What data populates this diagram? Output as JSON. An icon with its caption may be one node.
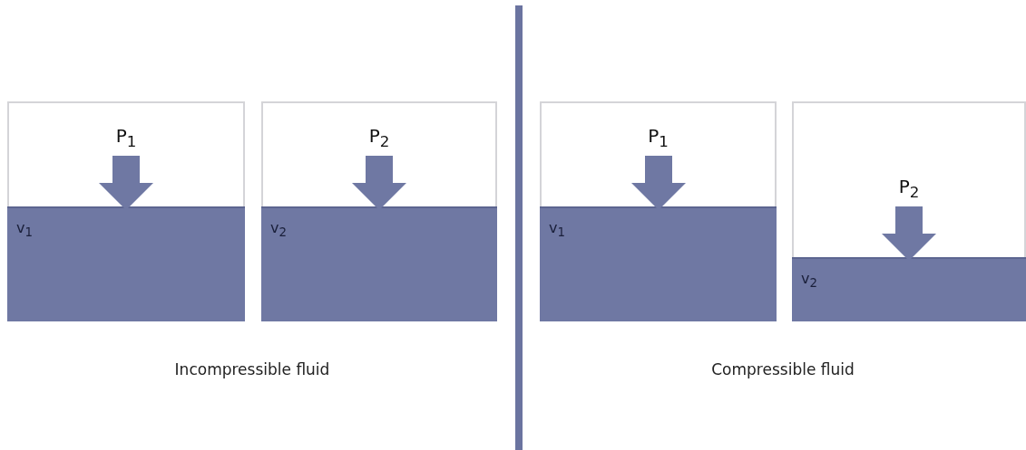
{
  "diagram": {
    "nodes": [
      {
        "text": [
          "P$_{1}$"
        ]
      },
      {
        "text": [
          "v$_{1}$"
        ],
        "in": 0
      },
      {
        "text": [
          "P$_{2}$"
        ]
      },
      {
        "text": [
          "v$_{2}$"
        ],
        "in": 2
      },
      {
        "text": [
          "P$_{1}$"
        ]
      },
      {
        "text": [
          "v$_{1}$"
        ],
        "in": 4
      },
      {
        "text": [
          "P$_{2}$"
        ]
      },
      {
        "text": [
          "v$_{2}$"
        ],
        "in": 6
      }
    ],
    "edges": [],
    "labels": [
      "Incompressible fluid",
      "Compressible fluid"
    ]
  }
}
